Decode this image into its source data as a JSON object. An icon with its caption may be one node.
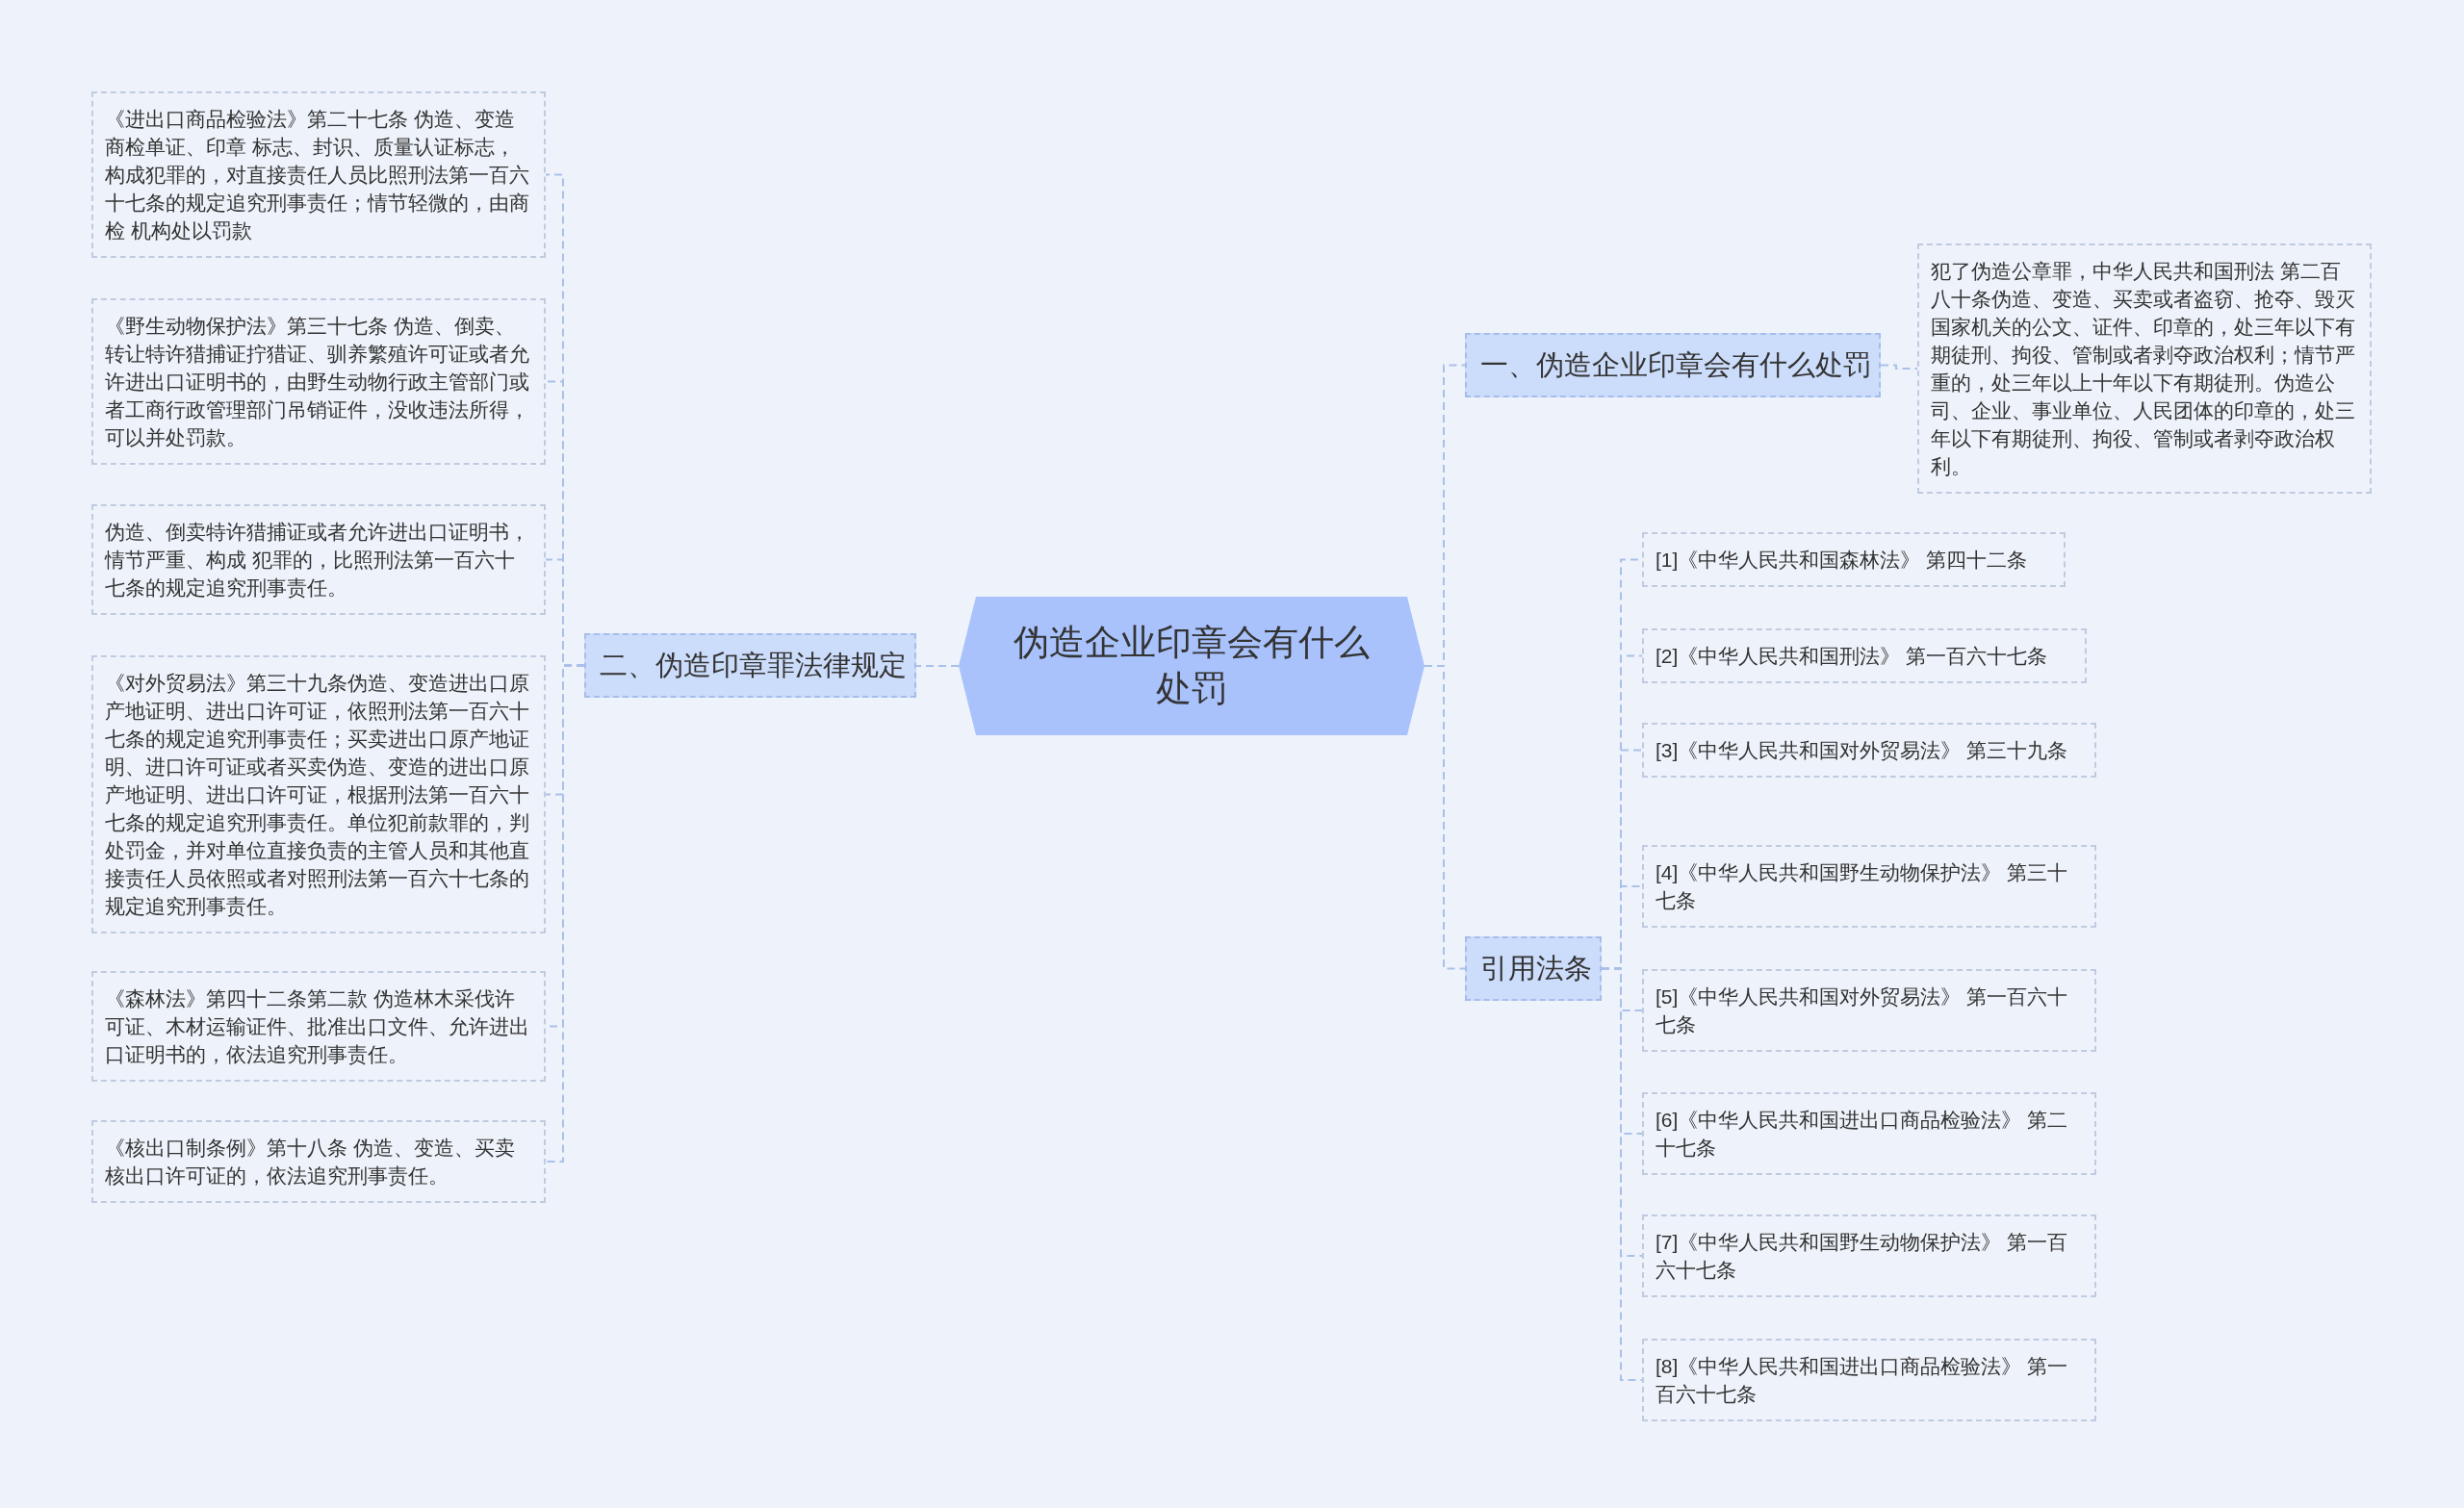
{
  "diagram": {
    "nodes": [
      {
        "text": [
          "伪造企业印章会有什么处罚"
        ]
      },
      {
        "text": [
          "一、伪造企业印章会有什么处罚"
        ]
      },
      {
        "text": [
          "犯了伪造公章罪，中华人民共和国刑法 第二百八十条伪造、变造、买卖或者盗窃、抢夺、毁灭国家机关的公文、证件、印章的，处三年以下有期徒刑、拘役、管制或者剥夺政治权利；情节严重的，处三年以上十年以下有期徒刑。伪造公司、企业、事业单位、人民团体的印章的，处三年以下有期徒刑、拘役、管制或者剥夺政治权利。"
        ]
      },
      {
        "text": [
          "二、伪造印章罪法律规定"
        ]
      },
      {
        "text": [
          "《进出口商品检验法》第二十七条 伪造、变造商检单证、印章 标志、封识、质量认证标志，构成犯罪的，对直接责任人员比照刑法第一百六十七条的规定追究刑事责任；情节轻微的，由商检 机构处以罚款"
        ]
      },
      {
        "text": [
          "《野生动物保护法》第三十七条 伪造、倒卖、转让特许猎捕证拧猎证、驯养繁殖许可证或者允许进出口证明书的，由野生动物行政主管部门或者工商行政管理部门吊销证件，没收违法所得，可以并处罚款。"
        ]
      },
      {
        "text": [
          "伪造、倒卖特许猎捕证或者允许进出口证明书，情节严重、构成 犯罪的，比照刑法第一百六十七条的规定追究刑事责任。"
        ]
      },
      {
        "text": [
          "《对外贸易法》第三十九条伪造、变造进出口原产地证明、进出口许可证，依照刑法第一百六十七条的规定追究刑事责任；买卖进出口原产地证明、进口许可证或者买卖伪造、变造的进出口原产地证明、进出口许可证，根据刑法第一百六十七条的规定追究刑事责任。单位犯前款罪的，判处罚金，并对单位直接负责的主管人员和其他直接责任人员依照或者对照刑法第一百六十七条的规定追究刑事责任。"
        ]
      },
      {
        "text": [
          "《森林法》第四十二条第二款 伪造林木采伐许可证、木材运输证件、批准出口文件、允许进出口证明书的，依法追究刑事责任。"
        ]
      },
      {
        "text": [
          "《核出口制条例》第十八条 伪造、变造、买卖核出口许可证的，依法追究刑事责任。"
        ]
      },
      {
        "text": [
          "引用法条"
        ]
      },
      {
        "text": [
          "[1]《中华人民共和国森林法》 第四十二条"
        ]
      },
      {
        "text": [
          "[2]《中华人民共和国刑法》 第一百六十七条"
        ]
      },
      {
        "text": [
          "[3]《中华人民共和国对外贸易法》 第三十九条"
        ]
      },
      {
        "text": [
          "[4]《中华人民共和国野生动物保护法》 第三十七条"
        ]
      },
      {
        "text": [
          "[5]《中华人民共和国对外贸易法》 第一百六十七条"
        ]
      },
      {
        "text": [
          "[6]《中华人民共和国进出口商品检验法》 第二十七条"
        ]
      },
      {
        "text": [
          "[7]《中华人民共和国野生动物保护法》 第一百六十七条"
        ]
      },
      {
        "text": [
          "[8]《中华人民共和国进出口商品检验法》 第一百六十七条"
        ]
      }
    ],
    "edges": [
      {
        "from": 0,
        "to": 1,
        "arrow": "none"
      },
      {
        "from": 1,
        "to": 2,
        "arrow": "none"
      },
      {
        "from": 0,
        "to": 3,
        "arrow": "none"
      },
      {
        "from": 3,
        "to": 4,
        "arrow": "none"
      },
      {
        "from": 3,
        "to": 5,
        "arrow": "none"
      },
      {
        "from": 3,
        "to": 6,
        "arrow": "none"
      },
      {
        "from": 3,
        "to": 7,
        "arrow": "none"
      },
      {
        "from": 3,
        "to": 8,
        "arrow": "none"
      },
      {
        "from": 3,
        "to": 9,
        "arrow": "none"
      },
      {
        "from": 0,
        "to": 10,
        "arrow": "none"
      },
      {
        "from": 10,
        "to": 11,
        "arrow": "none"
      },
      {
        "from": 10,
        "to": 12,
        "arrow": "none"
      },
      {
        "from": 10,
        "to": 13,
        "arrow": "none"
      },
      {
        "from": 10,
        "to": 14,
        "arrow": "none"
      },
      {
        "from": 10,
        "to": 15,
        "arrow": "none"
      },
      {
        "from": 10,
        "to": 16,
        "arrow": "none"
      },
      {
        "from": 10,
        "to": 17,
        "arrow": "none"
      },
      {
        "from": 10,
        "to": 18,
        "arrow": "none"
      }
    ]
  }
}
